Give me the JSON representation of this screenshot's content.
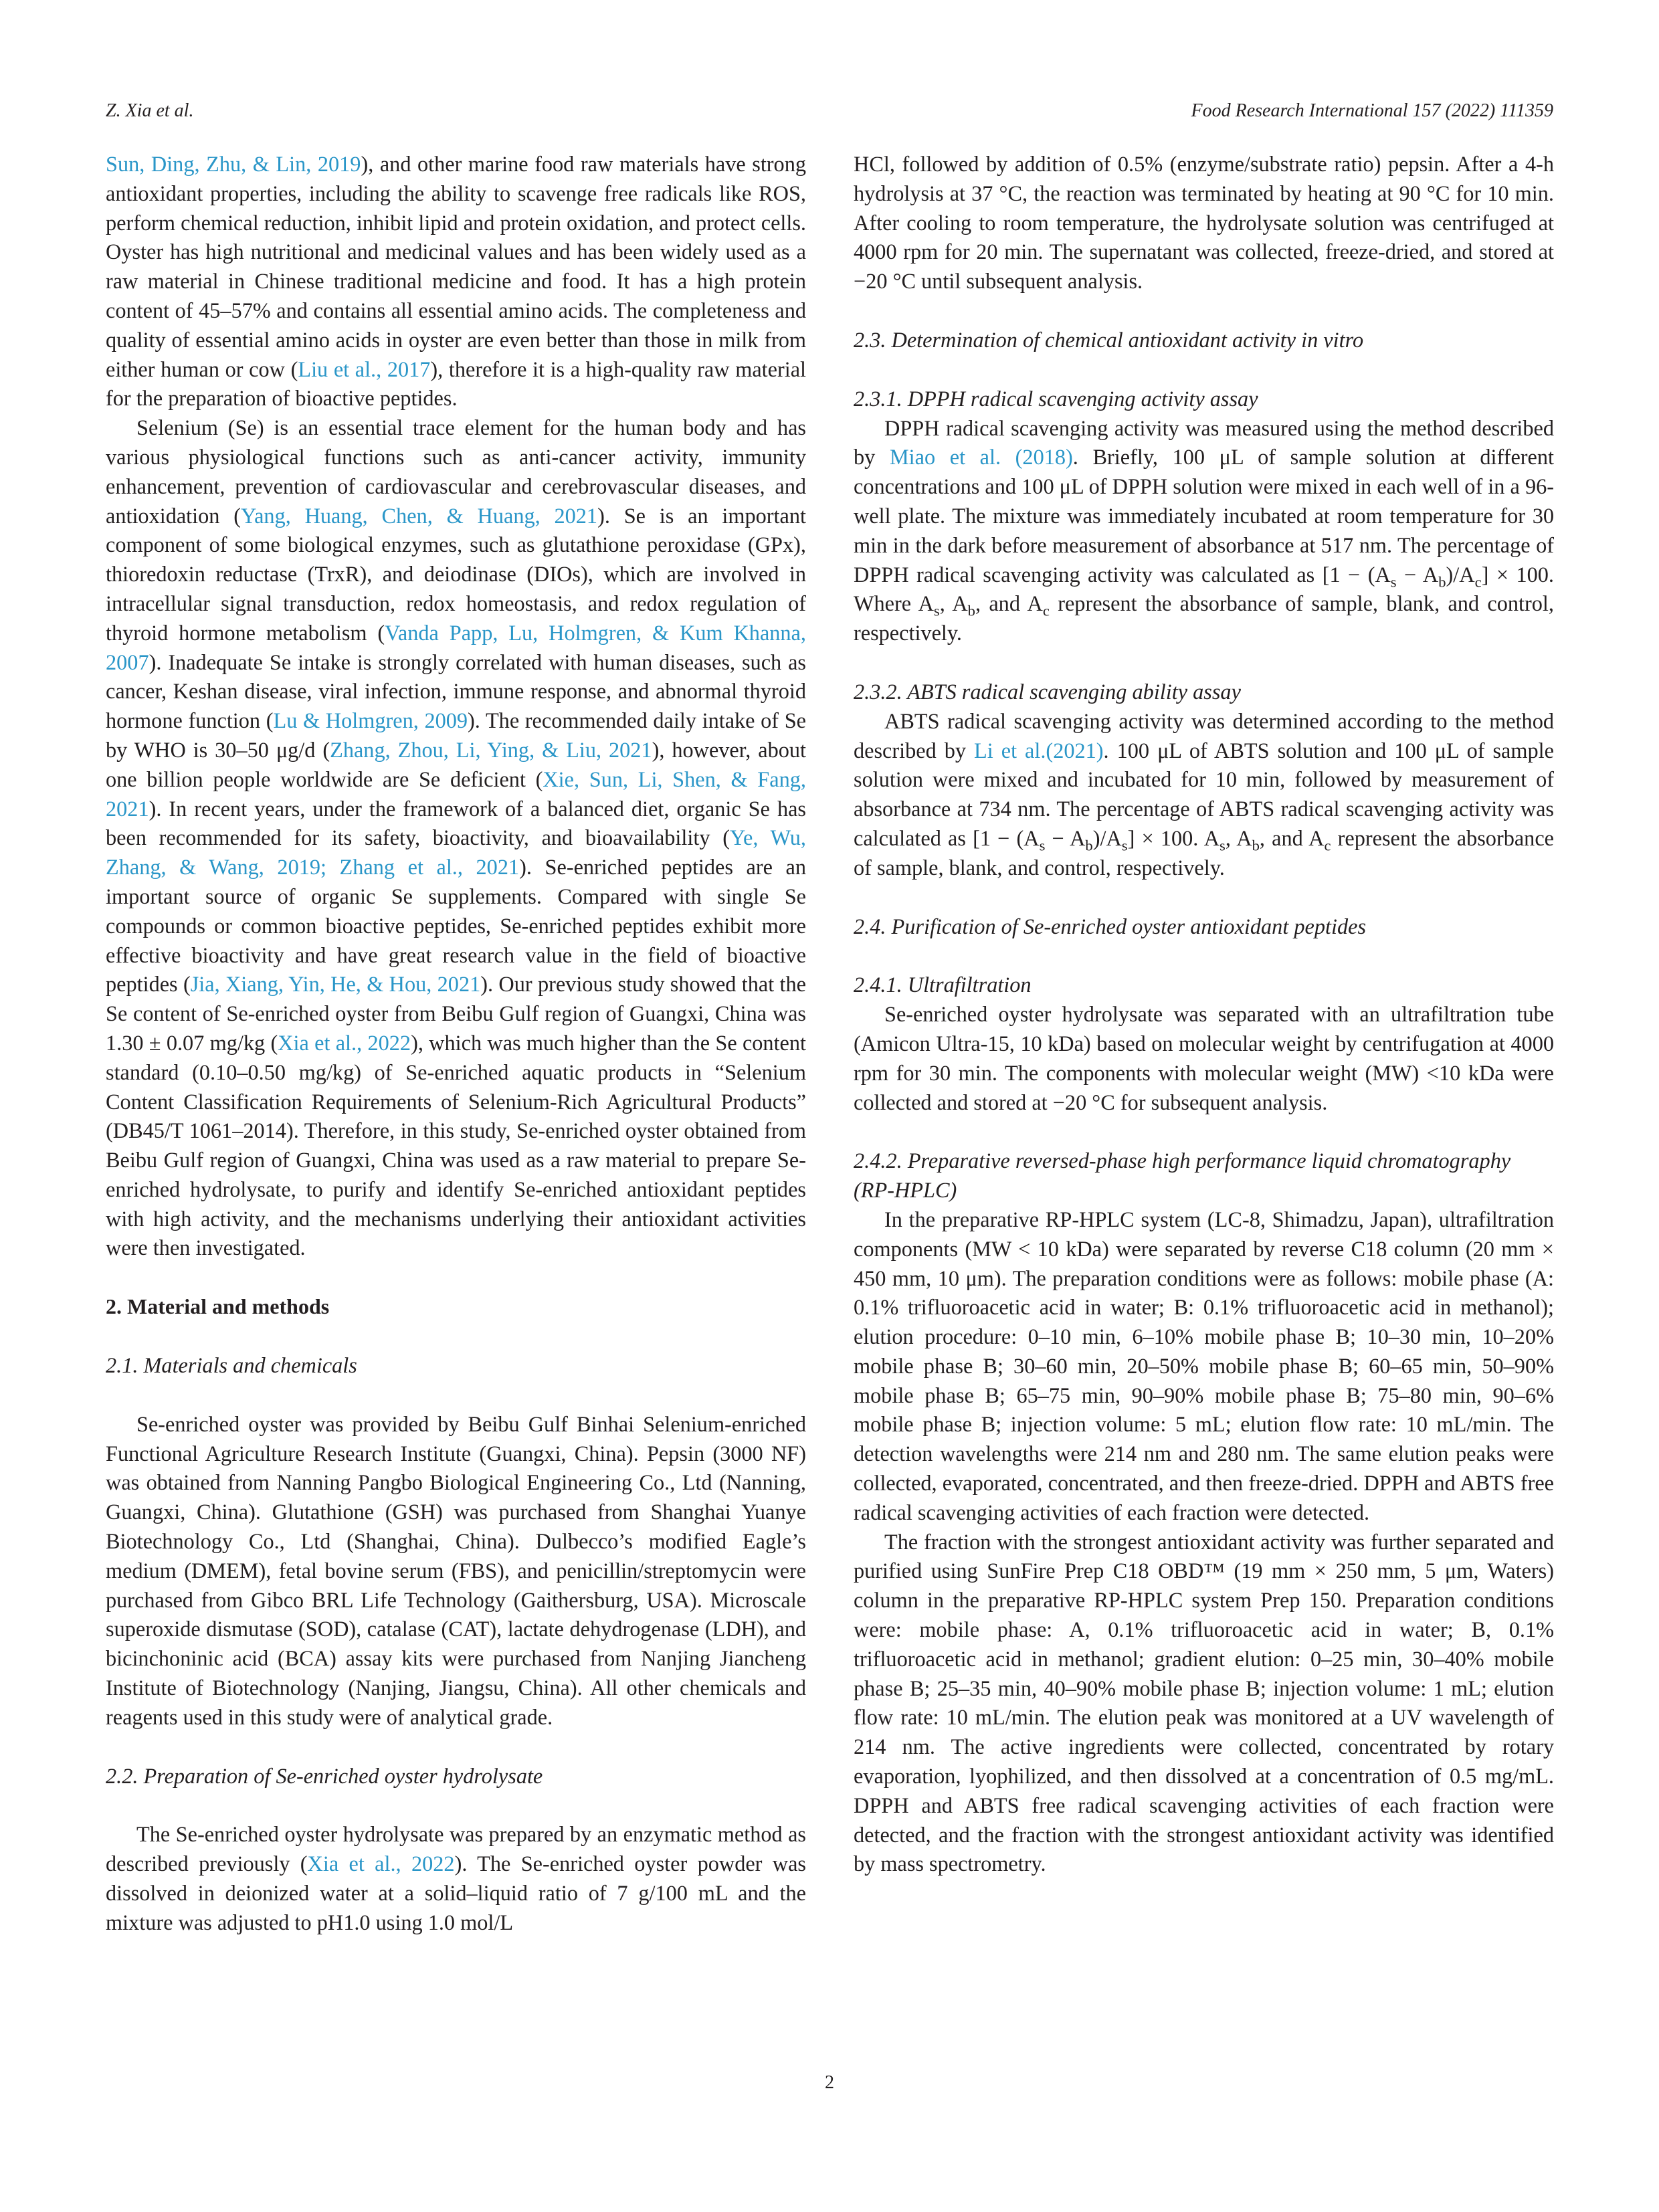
{
  "header": {
    "authors": "Z. Xia et al.",
    "journal": "Food Research International 157 (2022) 111359"
  },
  "left_column": {
    "intro_p1": {
      "ref1": "Sun, Ding, Zhu, & Lin, 2019",
      "t1": "), and other marine food raw materials have strong antioxidant properties, including the ability to scavenge free radicals like ROS, perform chemical reduction, inhibit lipid and protein oxidation, and protect cells. Oyster has high nutritional and medicinal values and has been widely used as a raw material in Chinese traditional medicine and food. It has a high protein content of 45–57% and contains all essential amino acids. The completeness and quality of essential amino acids in oyster are even better than those in milk from either human or cow (",
      "ref2": "Liu et al., 2017",
      "t2": "), therefore it is a high-quality raw material for the preparation of bioactive peptides."
    },
    "intro_p2": {
      "t1": "Selenium (Se) is an essential trace element for the human body and has various physiological functions such as anti-cancer activity, immunity enhancement, prevention of cardiovascular and cerebrovascular diseases, and antioxidation (",
      "ref1": "Yang, Huang, Chen, & Huang, 2021",
      "t2": "). Se is an important component of some biological enzymes, such as glutathione peroxidase (GPx), thioredoxin reductase (TrxR), and deiodinase (DIOs), which are involved in intracellular signal transduction, redox homeostasis, and redox regulation of thyroid hormone metabolism (",
      "ref2": "Vanda Papp, Lu, Holmgren, & Kum Khanna, 2007",
      "t3": "). Inadequate Se intake is strongly correlated with human diseases, such as cancer, Keshan disease, viral infection, immune response, and abnormal thyroid hormone function (",
      "ref3": "Lu & Holmgren, 2009",
      "t4": "). The recommended daily intake of Se by WHO is 30–50 μg/d (",
      "ref4": "Zhang, Zhou, Li, Ying, & Liu, 2021",
      "t5": "), however, about one billion people worldwide are Se deficient (",
      "ref5": "Xie, Sun, Li, Shen, & Fang, 2021",
      "t6": "). In recent years, under the framework of a balanced diet, organic Se has been recommended for its safety, bioactivity, and bioavailability (",
      "ref6": "Ye, Wu, Zhang, & Wang, 2019; Zhang et al., 2021",
      "t7": "). Se-enriched peptides are an important source of organic Se supplements. Compared with single Se compounds or common bioactive peptides, Se-enriched peptides exhibit more effective bioactivity and have great research value in the field of bioactive peptides (",
      "ref7": "Jia, Xiang, Yin, He, & Hou, 2021",
      "t8": "). Our previous study showed that the Se content of Se-enriched oyster from Beibu Gulf region of Guangxi, China was 1.30 ± 0.07 mg/kg (",
      "ref8": "Xia et al., 2022",
      "t9": "), which was much higher than the Se content standard (0.10–0.50 mg/kg) of Se-enriched aquatic products in “Selenium Content Classification Requirements of Selenium-Rich Agricultural Products” (DB45/T 1061–2014). Therefore, in this study, Se-enriched oyster obtained from Beibu Gulf region of Guangxi, China was used as a raw material to prepare Se-enriched hydrolysate, to purify and identify Se-enriched antioxidant peptides with high activity, and the mechanisms underlying their antioxidant activities were then investigated."
    },
    "section2_title": "2.  Material and methods",
    "sec21_title": "2.1.  Materials and chemicals",
    "sec21_text": "Se-enriched oyster was provided by Beibu Gulf Binhai Selenium-enriched Functional Agriculture Research Institute (Guangxi, China). Pepsin (3000 NF) was obtained from Nanning Pangbo Biological Engineering Co., Ltd (Nanning, Guangxi, China). Glutathione (GSH) was purchased from Shanghai Yuanye Biotechnology Co., Ltd (Shanghai, China). Dulbecco’s modified Eagle’s medium (DMEM), fetal bovine serum (FBS), and penicillin/streptomycin were purchased from Gibco BRL Life Technology (Gaithersburg, USA). Microscale superoxide dismutase (SOD), catalase (CAT), lactate dehydrogenase (LDH), and bicinchoninic acid (BCA) assay kits were purchased from Nanjing Jiancheng Institute of Biotechnology (Nanjing, Jiangsu, China). All other chemicals and reagents used in this study were of analytical grade.",
    "sec22_title": "2.2.  Preparation of Se-enriched oyster hydrolysate",
    "sec22": {
      "t1": "The Se-enriched oyster hydrolysate was prepared by an enzymatic method as described previously (",
      "ref1": "Xia et al., 2022",
      "t2": "). The Se-enriched oyster powder was dissolved in deionized water at a solid–liquid ratio of 7 g/100 mL and the mixture was adjusted to pH1.0 using 1.0 mol/L"
    }
  },
  "right_column": {
    "sec22_cont": "HCl, followed by addition of 0.5% (enzyme/substrate ratio) pepsin. After a 4-h hydrolysis at 37 °C, the reaction was terminated by heating at 90 °C for 10 min. After cooling to room temperature, the hydrolysate solution was centrifuged at 4000 rpm for 20 min. The supernatant was collected, freeze-dried, and stored at −20 °C until subsequent analysis.",
    "sec23_title": "2.3.  Determination of chemical antioxidant activity in vitro",
    "sec231_title": "2.3.1.  DPPH radical scavenging activity assay",
    "sec231": {
      "t1": "DPPH radical scavenging activity was measured using the method described by ",
      "ref1": "Miao et al. (2018)",
      "t2": ". Briefly, 100 μL of sample solution at different concentrations and 100 μL of DPPH solution were mixed in each well of in a 96-well plate. The mixture was immediately incubated at room temperature for 30 min in the dark before measurement of absorbance at 517 nm. The percentage of DPPH radical scavenging activity was calculated as [1 − (A",
      "s": "s",
      "b": "b",
      "c": "c",
      "t3": "represent the absorbance of sample, blank, and control, respectively."
    },
    "sec232_title": "2.3.2.  ABTS radical scavenging ability assay",
    "sec232": {
      "t1": "ABTS radical scavenging activity was determined according to the method described by ",
      "ref1": "Li et al.(2021)",
      "t2": ". 100 μL of ABTS solution and 100 μL of sample solution were mixed and incubated for 10 min, followed by measurement of absorbance at 734 nm. The percentage of ABTS radical scavenging activity was calculated as [1 − (A",
      "t3": "represent the absorbance of sample, blank, and control, respectively."
    },
    "sec24_title": "2.4.  Purification of Se-enriched oyster antioxidant peptides",
    "sec241_title": "2.4.1.  Ultrafiltration",
    "sec241_text": "Se-enriched oyster hydrolysate was separated with an ultrafiltration tube (Amicon Ultra-15, 10 kDa) based on molecular weight by centrifugation at 4000 rpm for 30 min. The components with molecular weight (MW) <10 kDa were collected and stored at −20 °C for subsequent analysis.",
    "sec242_title": "2.4.2.  Preparative reversed-phase high performance liquid chromatography (RP-HPLC)",
    "sec242_p1": "In the preparative RP-HPLC system (LC-8, Shimadzu, Japan), ultrafiltration components (MW < 10 kDa) were separated by reverse C18 column (20 mm × 450 mm, 10 μm). The preparation conditions were as follows: mobile phase (A: 0.1% trifluoroacetic acid in water; B: 0.1% trifluoroacetic acid in methanol); elution procedure: 0–10 min, 6–10% mobile phase B; 10–30 min, 10–20% mobile phase B; 30–60 min, 20–50% mobile phase B; 60–65 min, 50–90% mobile phase B; 65–75 min, 90–90% mobile phase B; 75–80 min, 90–6% mobile phase B; injection volume: 5 mL; elution flow rate: 10 mL/min. The detection wavelengths were 214 nm and 280 nm. The same elution peaks were collected, evaporated, concentrated, and then freeze-dried. DPPH and ABTS free radical scavenging activities of each fraction were detected.",
    "sec242_p2": "The fraction with the strongest antioxidant activity was further separated and purified using SunFire Prep C18 OBD™ (19 mm × 250 mm, 5 μm, Waters) column in the preparative RP-HPLC system Prep 150. Preparation conditions were: mobile phase: A, 0.1% trifluoroacetic acid in water; B, 0.1% trifluoroacetic acid in methanol; gradient elution: 0–25 min, 30–40% mobile phase B; 25–35 min, 40–90% mobile phase B; injection volume: 1 mL; elution flow rate: 10 mL/min. The elution peak was monitored at a UV wavelength of 214 nm. The active ingredients were collected, concentrated by rotary evaporation, lyophilized, and then dissolved at a concentration of 0.5 mg/mL. DPPH and ABTS free radical scavenging activities of each fraction were detected, and the fraction with the strongest antioxidant activity was identified by mass spectrometry."
  },
  "footer": {
    "page_number": "2"
  },
  "colors": {
    "link": "#2a96c8",
    "text": "#231f20"
  }
}
